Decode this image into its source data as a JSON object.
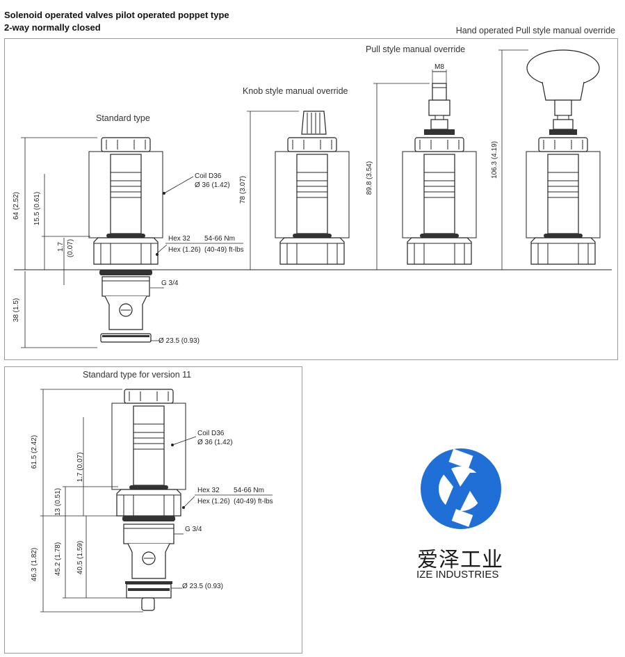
{
  "header": {
    "title_line1": "Solenoid operated valves pilot operated poppet type",
    "title_line2": "2-way normally closed"
  },
  "top_panel": {
    "corner_caption": "Hand operated Pull style manual override",
    "captions": {
      "standard": "Standard type",
      "knob": "Knob style manual override",
      "pull": "Pull style manual override",
      "thread": "M8"
    },
    "dims": {
      "d64": "64 (2.52)",
      "d155": "15.5 (0.61)",
      "d17": "1.7",
      "d007": "(0.07)",
      "d38": "38 (1.5)",
      "d78": "78 (3.07)",
      "d898": "89.8 (3.54)",
      "d1063": "106.3 (4.19)"
    },
    "callouts": {
      "coil1": "Coil D36",
      "coil2": "Ø 36 (1.42)",
      "hex1": "Hex 32",
      "hex2": "Hex (1.26)",
      "torque1": "54-66 Nm",
      "torque2": "(40-49) ft-lbs",
      "port": "G 3/4",
      "seal": "Ø 23.5 (0.93)"
    }
  },
  "bottom_panel": {
    "caption": "Standard type for version 11",
    "dims": {
      "d615": "61.5 (2.42)",
      "d17": "1.7 (0.07)",
      "d13": "13 (0.51)",
      "d463": "46.3 (1.82)",
      "d452": "45.2 (1.78)",
      "d405": "40.5 (1.59)"
    },
    "callouts": {
      "coil1": "Coil D36",
      "coil2": "Ø 36 (1.42)",
      "hex1": "Hex 32",
      "hex2": "Hex (1.26)",
      "torque1": "54-66 Nm",
      "torque2": "(40-49) ft-lbs",
      "port": "G 3/4",
      "seal": "Ø 23.5 (0.93)"
    }
  },
  "logo": {
    "cn": "爱泽工业",
    "en": "IZE INDUSTRIES",
    "color": "#1f6fd6"
  }
}
